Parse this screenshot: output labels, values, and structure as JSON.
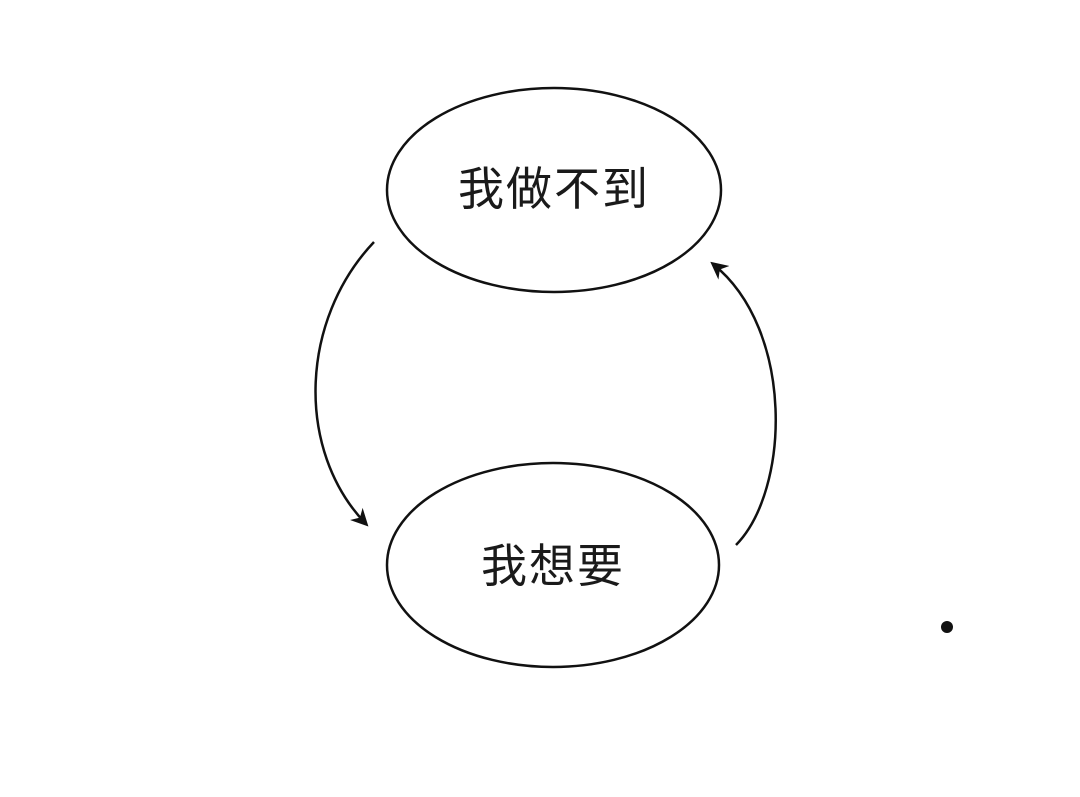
{
  "diagram": {
    "type": "cycle",
    "nodes": [
      {
        "id": "top",
        "label": "我做不到"
      },
      {
        "id": "bottom",
        "label": "我想要"
      }
    ],
    "edges": [
      {
        "from": "top",
        "to": "bottom",
        "side": "left",
        "directed": true
      },
      {
        "from": "bottom",
        "to": "top",
        "side": "right",
        "directed": true
      }
    ],
    "colors": {
      "stroke": "#111111",
      "text": "#1a1a1a",
      "background": "#ffffff"
    }
  }
}
